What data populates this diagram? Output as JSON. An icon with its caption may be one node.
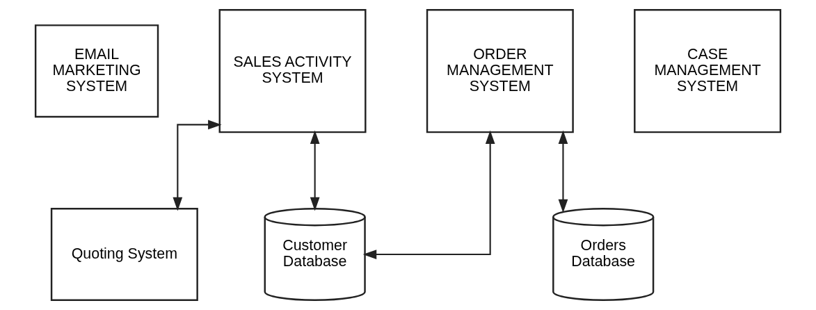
{
  "diagram": {
    "nodes": [
      {
        "text": [
          "EMAIL MARKETING SYSTEM"
        ]
      },
      {
        "text": [
          "SALES ACTIVITY SYSTEM"
        ]
      },
      {
        "text": [
          "ORDER MANAGEMENT SYSTEM"
        ]
      },
      {
        "text": [
          "CASE MANAGEMENT SYSTEM"
        ]
      },
      {
        "text": [
          "Quoting System"
        ]
      },
      {
        "text": [
          "Customer Database"
        ]
      },
      {
        "text": [
          "Orders Database"
        ]
      }
    ],
    "edges": [
      {
        "from": 4,
        "to": 1,
        "arrow": "both"
      },
      {
        "from": 1,
        "to": 5,
        "arrow": "both"
      },
      {
        "from": 5,
        "to": 2,
        "arrow": "both"
      },
      {
        "from": 2,
        "to": 6,
        "arrow": "both"
      }
    ]
  }
}
